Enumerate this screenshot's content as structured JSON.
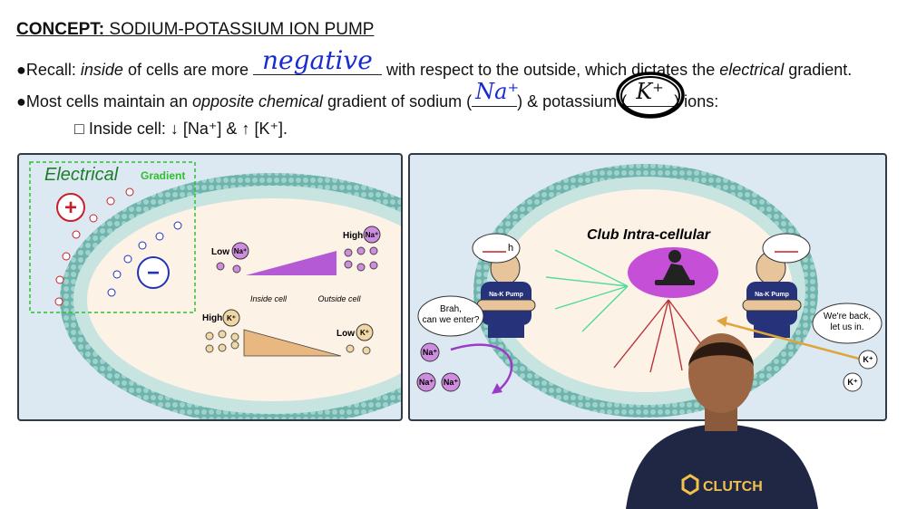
{
  "title": {
    "prefix": "CONCEPT:",
    "text": "SODIUM-POTASSIUM ION PUMP"
  },
  "recall": {
    "bullet": "●",
    "before": "Recall: ",
    "inside_word": "inside",
    "mid": " of cells are more ",
    "handwritten": "negative",
    "after": " with respect to the outside, which dictates the ",
    "electrical_word": "electrical",
    "end": " gradient."
  },
  "most": {
    "bullet": "●",
    "before": "Most cells maintain an ",
    "italic": "opposite chemical",
    "mid": " gradient of sodium (",
    "hand_na": "Na⁺",
    "mid2": ") & potassium (",
    "hand_k": "K⁺",
    "end": ") ions:"
  },
  "inside_cell": "□ Inside cell: ↓ [Na⁺] & ↑ [K⁺].",
  "left_panel": {
    "handwritten_label": "Electrical",
    "gradient_label": "Gradient",
    "low": "Low",
    "high": "High",
    "na": "Na⁺",
    "k": "K⁺",
    "inside_cell": "Inside cell",
    "outside_cell": "Outside cell",
    "plus": "+",
    "minus": "−"
  },
  "right_panel": {
    "club_title": "Club Intra-cellular",
    "bouncer_badge": "Na-K Pump",
    "bubble_left": "Brah, can we enter?",
    "bubble_right": "We're back, let us in.",
    "speech_left_hand": "h",
    "na": "Na⁺",
    "k": "K⁺"
  },
  "shirt_text": "CLUTCH",
  "colors": {
    "membrane_outer": "#4a9a9a",
    "membrane_inner": "#8cc6c0",
    "cytoplasm": "#fdf2e6",
    "na_color": "#cf8de0",
    "k_color": "#f0d7a3",
    "handwriting": "#1a2bd0",
    "green_annotation": "#2fbf2f"
  }
}
